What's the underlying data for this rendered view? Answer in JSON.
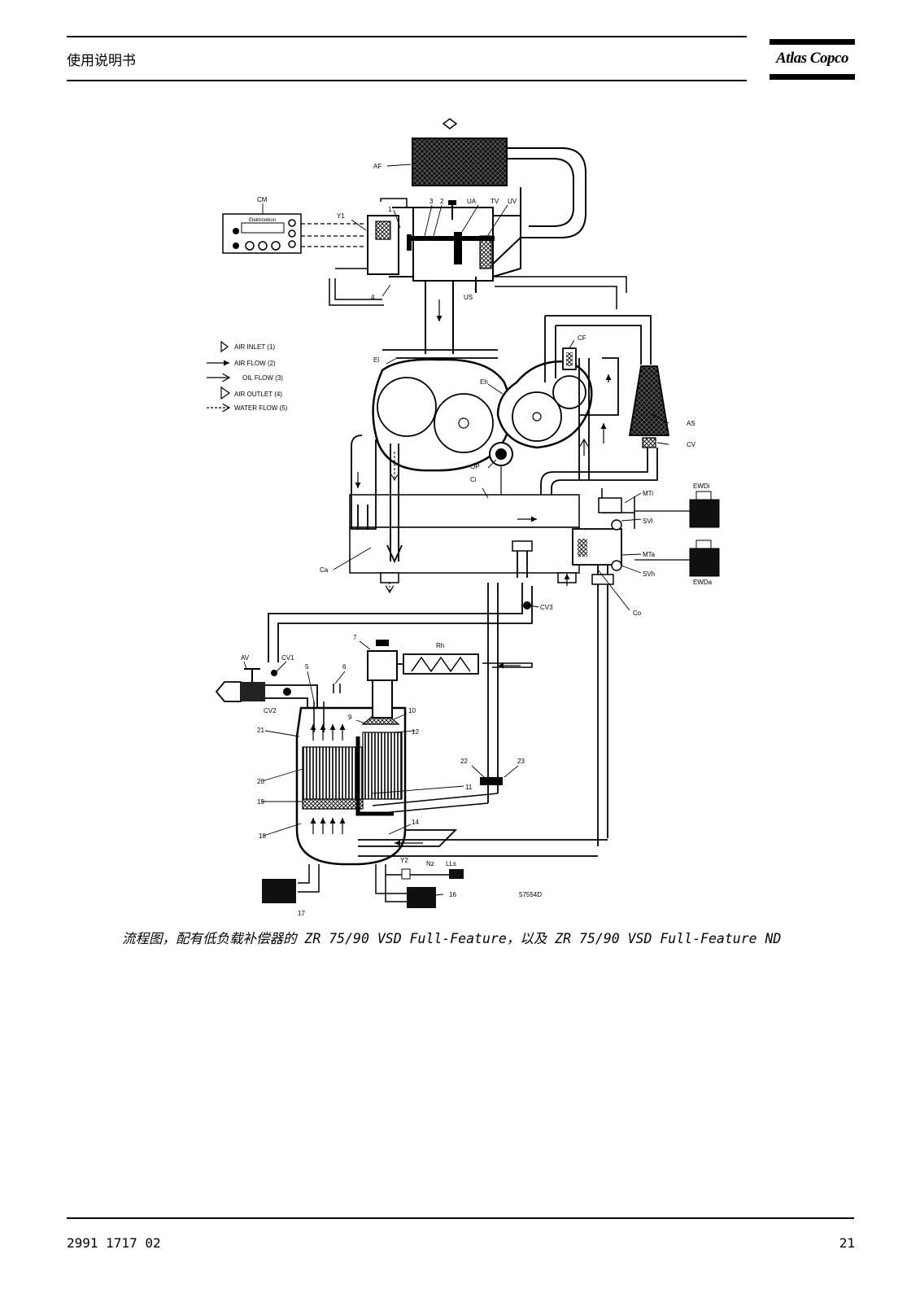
{
  "header": {
    "title": "使用说明书",
    "logo_text": "Atlas Copco"
  },
  "legend": {
    "air_inlet": "AIR INLET (1)",
    "air_flow": "AIR FLOW (2)",
    "oil_flow": "OIL FLOW (3)",
    "air_outlet": "AIR OUTLET (4)",
    "water_flow": "WATER FLOW (5)"
  },
  "labels": {
    "af": "AF",
    "cm": "CM",
    "cm_screen": "Elektronikon",
    "y1": "Y1",
    "n1": "1",
    "n2": "2",
    "n3": "3",
    "ua": "UA",
    "tv": "TV",
    "uv": "UV",
    "n4": "4",
    "us": "US",
    "cf": "CF",
    "el": "El",
    "eh": "Eh",
    "as": "AS",
    "cv": "CV",
    "op": "OP",
    "ci": "Ci",
    "ca": "Ca",
    "mti": "MTi",
    "ewdi": "EWDi",
    "svl": "SVl",
    "mta": "MTa",
    "ewda": "EWDa",
    "svh": "SVh",
    "co": "Co",
    "cv3": "CV3",
    "n7": "7",
    "rh": "Rh",
    "av": "AV",
    "cv1": "CV1",
    "n5": "5",
    "n6": "6",
    "cv2": "CV2",
    "n9": "9",
    "n10": "10",
    "n12": "12",
    "n21": "21",
    "n20": "20",
    "n19": "19",
    "n18": "18",
    "n22": "22",
    "n23": "23",
    "n11": "11",
    "n14": "14",
    "y2": "Y2",
    "nz": "Nz",
    "lls": "LLs",
    "n16": "16",
    "n17": "17",
    "drawing_no": "57554D"
  },
  "caption": "流程图，配有低负载补偿器的 ZR 75/90 VSD Full-Feature，以及 ZR 75/90 VSD Full-Feature ND",
  "footer": {
    "doc_number": "2991 1717 02",
    "page_number": "21"
  }
}
